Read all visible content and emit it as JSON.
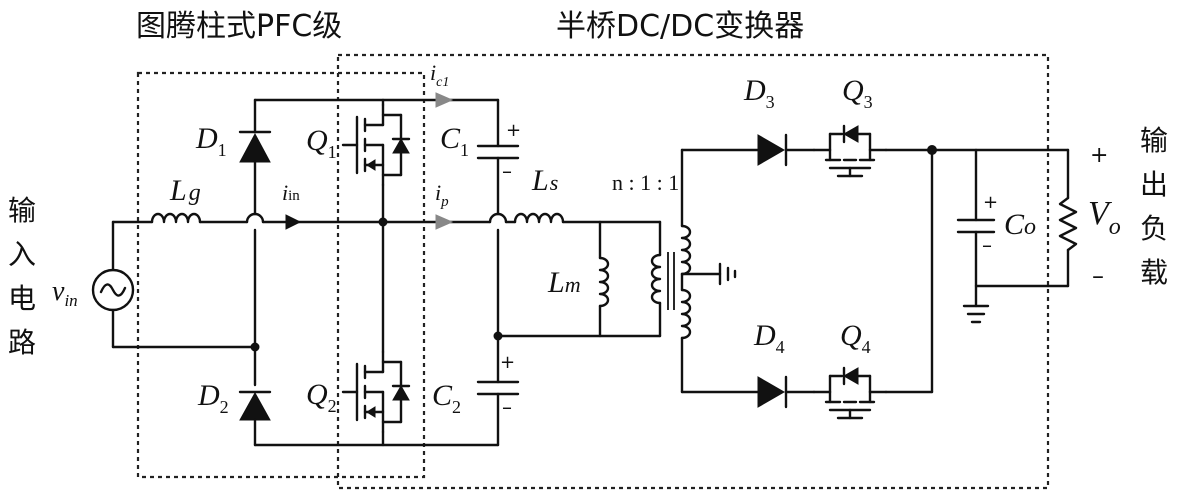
{
  "titles": {
    "pfc_stage": "图腾柱式PFC级",
    "dcdc_stage": "半桥DC/DC变换器"
  },
  "side_labels": {
    "input_circuit": [
      "输",
      "入",
      "电",
      "路"
    ],
    "output_load": [
      "输",
      "出",
      "负",
      "载"
    ]
  },
  "components": {
    "source": {
      "sym": "v",
      "sub": "in"
    },
    "inductor_g": {
      "sym": "L",
      "sub": "g"
    },
    "diode1": {
      "sym": "D",
      "sub": "1"
    },
    "diode2": {
      "sym": "D",
      "sub": "2"
    },
    "switch1": {
      "sym": "Q",
      "sub": "1"
    },
    "switch2": {
      "sym": "Q",
      "sub": "2"
    },
    "cap1": {
      "sym": "C",
      "sub": "1"
    },
    "cap2": {
      "sym": "C",
      "sub": "2"
    },
    "inductor_s": {
      "sym": "L",
      "sub": "s"
    },
    "inductor_m": {
      "sym": "L",
      "sub": "m"
    },
    "transformer_ratio": "n : 1 : 1",
    "diode3": {
      "sym": "D",
      "sub": "3"
    },
    "diode4": {
      "sym": "D",
      "sub": "4"
    },
    "switch3": {
      "sym": "Q",
      "sub": "3"
    },
    "switch4": {
      "sym": "Q",
      "sub": "4"
    },
    "cap_out": {
      "sym": "C",
      "sub": "o"
    },
    "voltage_out": {
      "sym": "V",
      "sub": "o"
    }
  },
  "currents": {
    "i_in": {
      "sym": "i",
      "sub": "in"
    },
    "i_c1": {
      "sym": "i",
      "sub": "c1"
    },
    "i_p": {
      "sym": "i",
      "sub": "p"
    }
  },
  "polarity": {
    "plus": "+",
    "minus": "–"
  },
  "colors": {
    "wire": "#111111",
    "arrow_gray": "#888888",
    "dashed_box": "#222222"
  }
}
